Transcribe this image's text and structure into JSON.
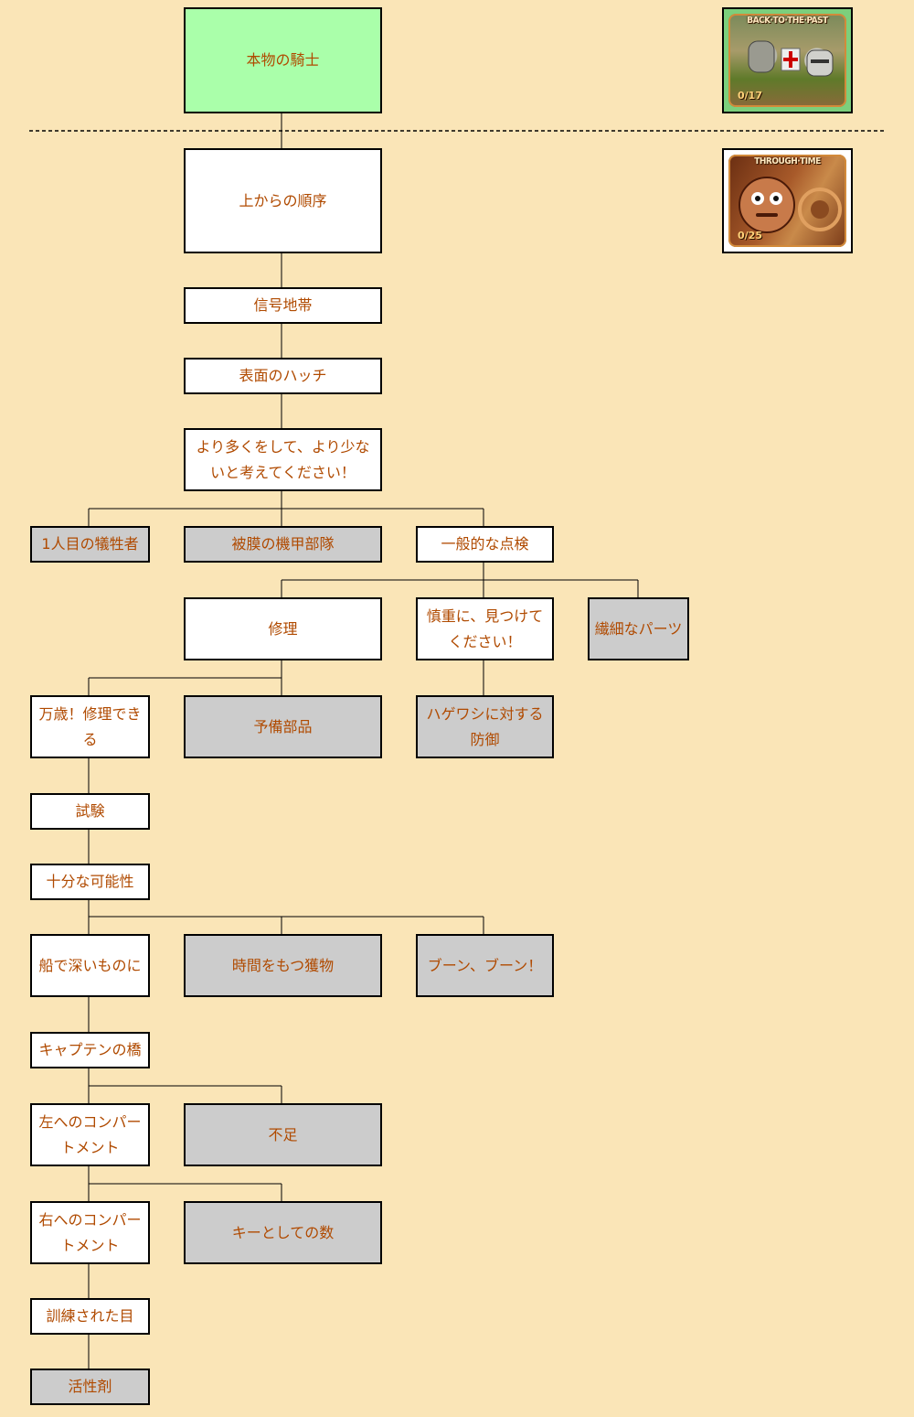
{
  "nodes": {
    "n_top": "本物の騎士",
    "n_order": "上からの順序",
    "n_signal": "信号地帯",
    "n_hatch": "表面のハッチ",
    "n_more": "より多くをして、より少ないと考えてください！",
    "n_victim": "1人目の犠牲者",
    "n_armor": "被膜の機甲部隊",
    "n_inspect": "一般的な点検",
    "n_repair": "修理",
    "n_careful": "慎重に、見つけてください！",
    "n_parts": "繊細なパーツ",
    "n_hooray": "万歳！修理できる",
    "n_spare": "予備部品",
    "n_vulture": "ハゲワシに対する防御",
    "n_test": "試験",
    "n_possible": "十分な可能性",
    "n_ship": "船で深いものに",
    "n_prey": "時間をもつ獲物",
    "n_boon": "ブーン、ブーン！",
    "n_bridge": "キャプテンの橋",
    "n_left": "左へのコンパートメント",
    "n_lack": "不足",
    "n_right": "右へのコンパートメント",
    "n_key": "キーとしての数",
    "n_trained": "訓練された目",
    "n_activator": "活性剤"
  },
  "thumbnails": [
    {
      "caption": "BACK·TO·THE·PAST",
      "counter": "0/17"
    },
    {
      "caption": "THROUGH·TIME",
      "counter": "0/25"
    }
  ],
  "colors": {
    "background": "#fae5b7",
    "start_node": "#aaffaa",
    "normal_node": "#ffffff",
    "end_node": "#cccccc",
    "text": "#b04a00",
    "thumb_border_past": "#7ccf7c",
    "thumb_border_time": "#ffffff"
  }
}
